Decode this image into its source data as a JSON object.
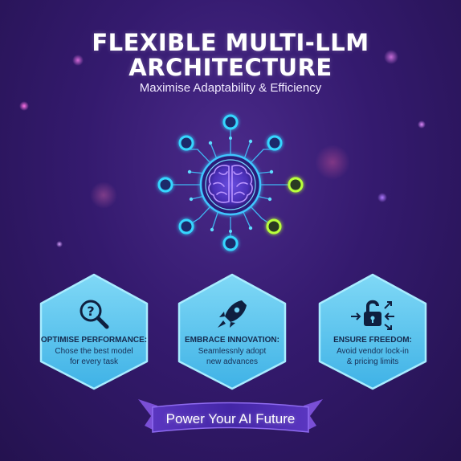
{
  "header": {
    "title_line1": "FLEXIBLE MULTI-LLM",
    "title_line2": "ARCHITECTURE",
    "subtitle": "Maximise Adaptability & Efficiency"
  },
  "hub": {
    "icon": "brain-circuit-icon",
    "node_colors": {
      "cyan": "#35d6ff",
      "green": "#b8ff3a"
    }
  },
  "cards": [
    {
      "icon": "magnifier-question-icon",
      "title": "OPTIMISE PERFORMANCE:",
      "line1": "Chose the best model",
      "line2": "for every task"
    },
    {
      "icon": "rocket-icon",
      "title": "EMBRACE INNOVATION:",
      "line1": "Seamlessnly adopt",
      "line2": "new advances"
    },
    {
      "icon": "unlocked-padlock-arrows-icon",
      "title": "ENSURE FREEDOM:",
      "line1": "Avoid vendor lock-in",
      "line2": "& pricing limits"
    }
  ],
  "banner": {
    "text": "Power Your AI Future"
  },
  "colors": {
    "background": "#341a6e",
    "card_fill": "#5ec8f0",
    "banner": "#4b2aa6",
    "ribbon_tail": "#6a3fc2"
  }
}
